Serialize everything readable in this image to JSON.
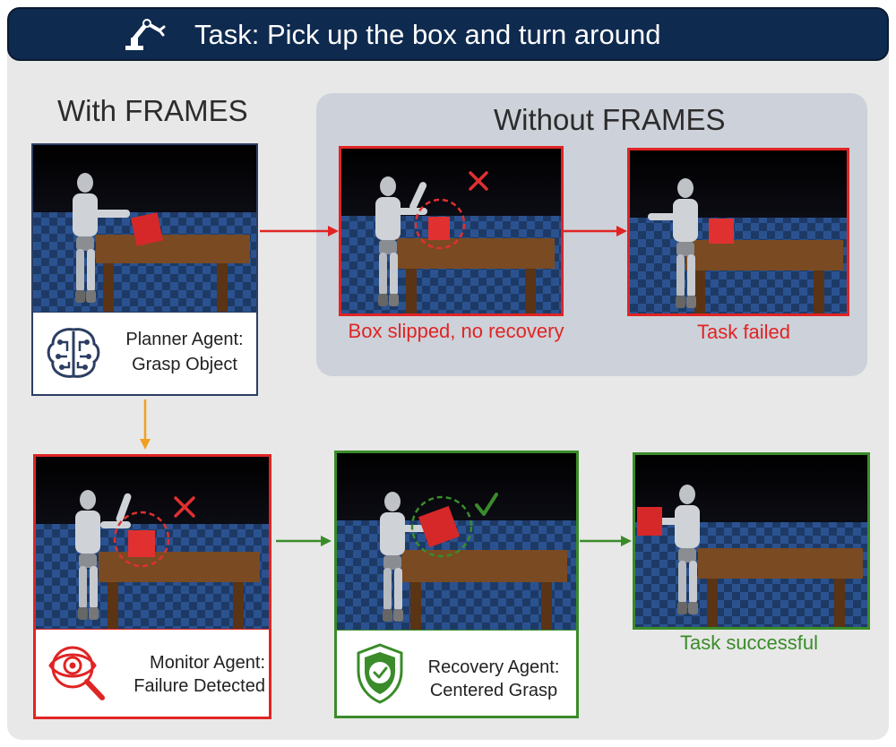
{
  "header": {
    "title": "Task: Pick up the box and turn around",
    "icon": "robot-arm-icon"
  },
  "sections": {
    "with_label": "With FRAMES",
    "without_label": "Without FRAMES"
  },
  "with_frames": {
    "planner": {
      "line1": "Planner Agent:",
      "line2": "Grasp Object",
      "icon": "brain-circuit-icon"
    },
    "monitor": {
      "line1": "Monitor Agent:",
      "line2": "Failure Detected",
      "icon": "eye-magnifier-icon"
    },
    "recovery": {
      "line1": "Recovery Agent:",
      "line2": "Centered Grasp",
      "icon": "shield-check-icon"
    },
    "success_caption": "Task successful"
  },
  "without_frames": {
    "slip_caption": "Box slipped, no recovery",
    "fail_caption": "Task failed"
  },
  "colors": {
    "header_bg": "#0f2a4f",
    "fail_red": "#e02424",
    "success_green": "#3a8c2a",
    "planner_navy": "#2c3e63",
    "flow_orange": "#f0a020"
  }
}
